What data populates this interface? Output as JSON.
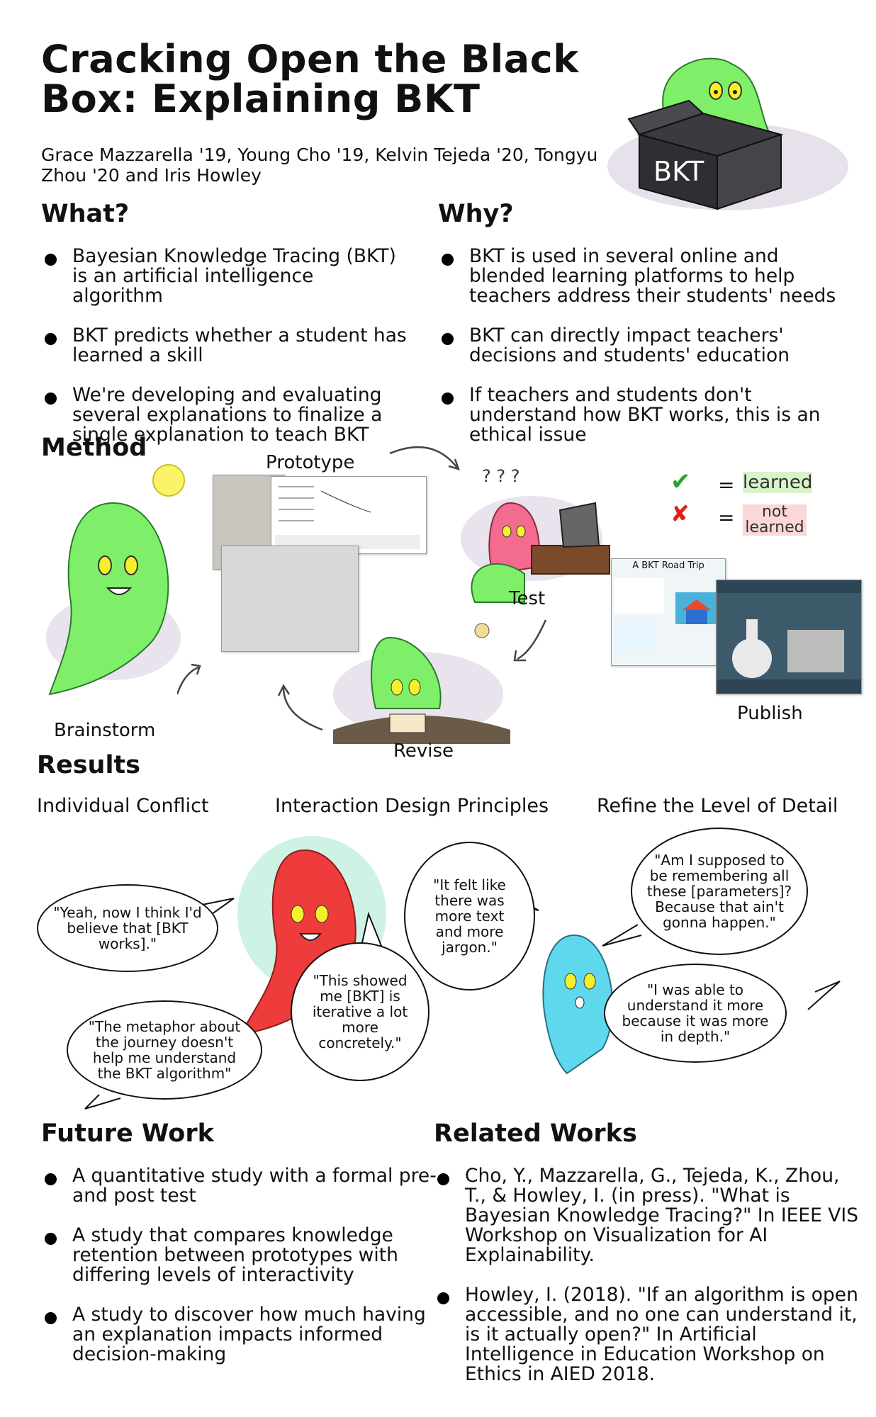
{
  "title": "Cracking Open the Black Box: Explaining BKT",
  "authors": "Grace Mazzarella '19, Young Cho '19, Kelvin Tejeda '20, Tongyu Zhou '20 and Iris Howley",
  "box_label": "BKT",
  "what": {
    "heading": "What?",
    "items": [
      "Bayesian Knowledge Tracing (BKT) is an artificial intelligence algorithm",
      "BKT predicts whether a student has learned a skill",
      "We're developing and evaluating several explanations to finalize a single explanation to teach BKT"
    ]
  },
  "why": {
    "heading": "Why?",
    "items": [
      "BKT is used in several online and blended learning platforms to help teachers address their students' needs",
      "BKT can directly impact teachers' decisions and students' education",
      "If teachers and students don't understand how BKT works, this is an ethical issue"
    ]
  },
  "method": {
    "heading": "Method",
    "steps": {
      "prototype": "Prototype",
      "test": "Test",
      "brainstorm": "Brainstorm",
      "revise": "Revise",
      "publish": "Publish"
    },
    "legend": {
      "learned": "learned",
      "not_learned": "not learned",
      "equals": "="
    },
    "road_trip_title": "A BKT Road Trip"
  },
  "results": {
    "heading": "Results",
    "columns": [
      "Individual Conflict",
      "Interaction Design Principles",
      "Refine the Level of Detail"
    ],
    "quotes": {
      "believe": "\"Yeah, now I think I'd believe that [BKT works].\"",
      "metaphor": "\"The metaphor about the journey doesn't help me understand the BKT algorithm\"",
      "iterative": "\"This showed me [BKT] is iterative a lot more concretely.\"",
      "jargon": "\"It felt like there was more text and more jargon.\"",
      "remembering": "\"Am I supposed to be remembering all these [parameters]? Because that ain't gonna happen.\"",
      "depth": "\"I was able to understand it more because it was more in depth.\""
    }
  },
  "future": {
    "heading": "Future Work",
    "items": [
      "A quantitative study with a formal pre- and post test",
      "A study that compares knowledge retention between prototypes with differing levels of interactivity",
      "A study to discover how much having an explanation impacts informed decision-making"
    ]
  },
  "related": {
    "heading": "Related Works",
    "items": [
      "Cho, Y., Mazzarella, G., Tejeda, K., Zhou, T., & Howley, I. (in press). \"What is Bayesian Knowledge Tracing?\" In IEEE VIS Workshop on Visualization for AI Explainability.",
      "Howley, I. (2018). \"If an algorithm is open accessible, and no one can understand it, is it actually open?\" In Artificial Intelligence in Education Workshop on Ethics in AIED 2018."
    ]
  },
  "colors": {
    "ghost_green": "#7fef6a",
    "ghost_red": "#ee3b3b",
    "ghost_pink": "#f36b8f",
    "ghost_blue": "#5fd8ee",
    "eye_yellow": "#f6f02c",
    "box_dark": "#2f2f33"
  }
}
